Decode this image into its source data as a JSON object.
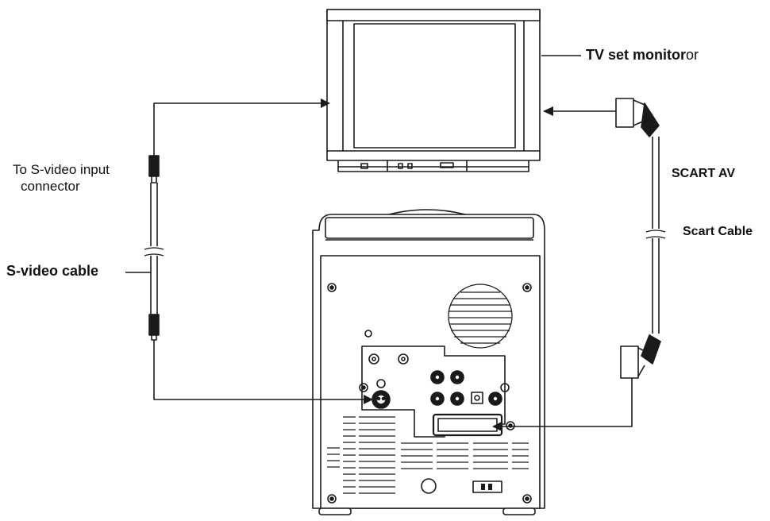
{
  "labels": {
    "tv_bold": "TV set monitor",
    "tv_suffix": "or",
    "svideo_input_line1": "To S-video input",
    "svideo_input_line2": "connector",
    "svideo_cable": "S-video cable",
    "scart_av": "SCART AV",
    "scart_cable": "Scart Cable"
  },
  "colors": {
    "line": "#1a1a1a",
    "fill": "#ffffff",
    "shade": "#d9d9d9"
  }
}
